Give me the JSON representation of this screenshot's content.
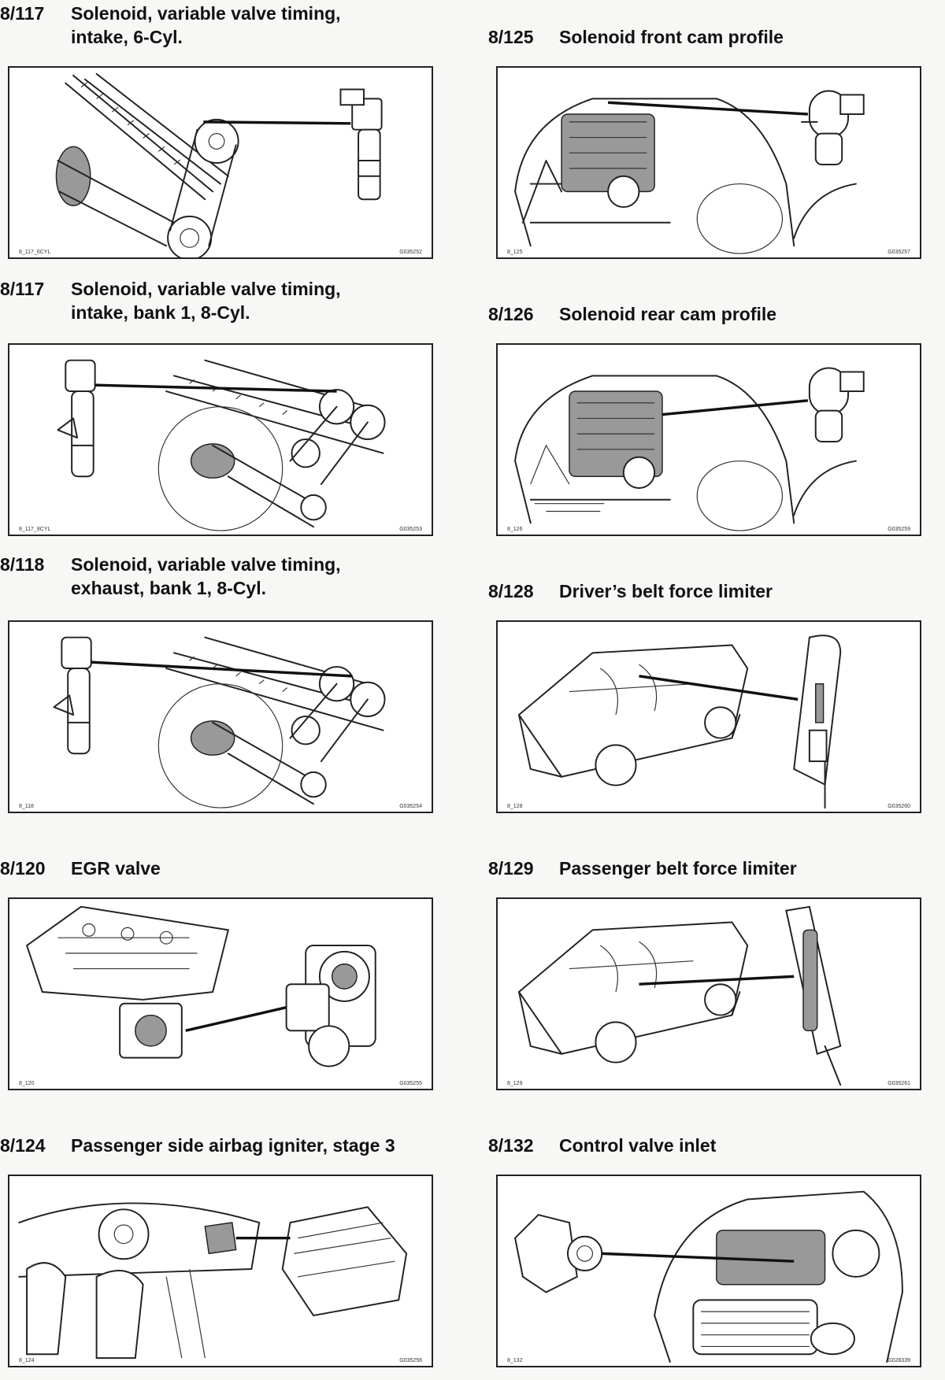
{
  "entries": [
    {
      "code": "8/117",
      "title": "Solenoid, variable valve timing,\nintake, 6-Cyl.",
      "ref_left": "8_117_6CYL",
      "ref_right": "G035252"
    },
    {
      "code": "8/125",
      "title": "Solenoid front cam profile",
      "ref_left": "8_125",
      "ref_right": "G035257"
    },
    {
      "code": "8/117",
      "title": "Solenoid, variable valve timing,\nintake, bank 1, 8-Cyl.",
      "ref_left": "8_117_8CYL",
      "ref_right": "G035253"
    },
    {
      "code": "8/126",
      "title": "Solenoid rear cam profile",
      "ref_left": "8_126",
      "ref_right": "G035259"
    },
    {
      "code": "8/118",
      "title": "Solenoid, variable valve timing,\nexhaust, bank 1, 8-Cyl.",
      "ref_left": "8_118",
      "ref_right": "G035254"
    },
    {
      "code": "8/128",
      "title": "Driver’s belt force limiter",
      "ref_left": "8_128",
      "ref_right": "G035260"
    },
    {
      "code": "8/120",
      "title": "EGR valve",
      "ref_left": "8_120",
      "ref_right": "G035255"
    },
    {
      "code": "8/129",
      "title": "Passenger belt force limiter",
      "ref_left": "8_129",
      "ref_right": "G035261"
    },
    {
      "code": "8/124",
      "title": "Passenger side airbag igniter, stage 3",
      "ref_left": "8_124",
      "ref_right": "G035256"
    },
    {
      "code": "8/132",
      "title": "Control valve inlet",
      "ref_left": "8_132",
      "ref_right": "G028339"
    }
  ]
}
